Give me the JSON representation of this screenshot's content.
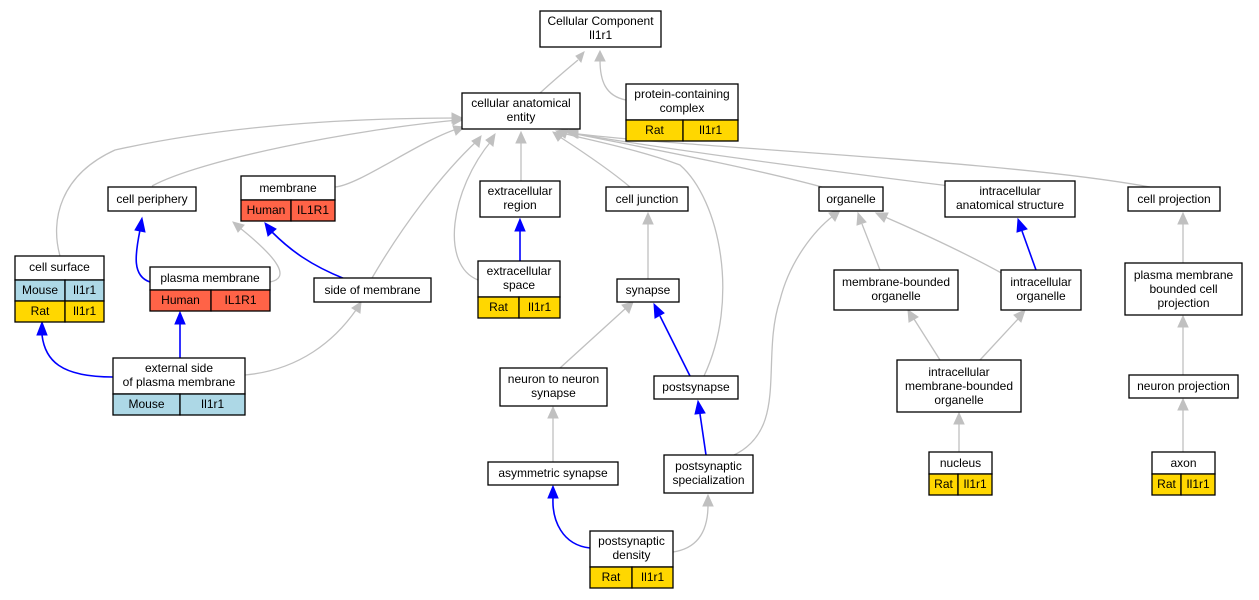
{
  "colors": {
    "edge_is_a": "#c0c0c0",
    "edge_part_of": "#0000ff",
    "species": {
      "Mouse": "#add8e6",
      "Rat": "#ffd700",
      "Human": "#ff6347"
    }
  },
  "nodes": {
    "root": {
      "line1": "Cellular Component",
      "line2": "Il1r1"
    },
    "protein_complex": {
      "line1": "protein-containing",
      "line2": "complex",
      "species": "Rat",
      "gene": "Il1r1"
    },
    "cellular_anatomical_entity": {
      "line1": "cellular anatomical",
      "line2": "entity"
    },
    "cell_periphery": {
      "label": "cell periphery"
    },
    "membrane": {
      "label": "membrane",
      "species": "Human",
      "gene": "IL1R1"
    },
    "extracellular_region": {
      "line1": "extracellular",
      "line2": "region"
    },
    "cell_junction": {
      "label": "cell junction"
    },
    "organelle": {
      "label": "organelle"
    },
    "intracellular_anatomical_structure": {
      "line1": "intracellular",
      "line2": "anatomical structure"
    },
    "cell_projection": {
      "label": "cell projection"
    },
    "cell_surface": {
      "label": "cell surface",
      "species1": "Mouse",
      "gene1": "Il1r1",
      "species2": "Rat",
      "gene2": "Il1r1"
    },
    "plasma_membrane": {
      "label": "plasma membrane",
      "species": "Human",
      "gene": "IL1R1"
    },
    "side_of_membrane": {
      "label": "side of membrane"
    },
    "extracellular_space": {
      "line1": "extracellular",
      "line2": "space",
      "species": "Rat",
      "gene": "Il1r1"
    },
    "synapse": {
      "label": "synapse"
    },
    "membrane_bounded_organelle": {
      "line1": "membrane-bounded",
      "line2": "organelle"
    },
    "intracellular_organelle": {
      "line1": "intracellular",
      "line2": "organelle"
    },
    "plasma_membrane_bounded_cell_projection": {
      "line1": "plasma membrane",
      "line2": "bounded cell",
      "line3": "projection"
    },
    "external_side_of_plasma_membrane": {
      "line1": "external side",
      "line2": "of plasma membrane",
      "species": "Mouse",
      "gene": "Il1r1"
    },
    "neuron_to_neuron_synapse": {
      "line1": "neuron to neuron",
      "line2": "synapse"
    },
    "postsynapse": {
      "label": "postsynapse"
    },
    "intracellular_membrane_bounded_organelle": {
      "line1": "intracellular",
      "line2": "membrane-bounded",
      "line3": "organelle"
    },
    "neuron_projection": {
      "label": "neuron projection"
    },
    "asymmetric_synapse": {
      "label": "asymmetric synapse"
    },
    "postsynaptic_specialization": {
      "line1": "postsynaptic",
      "line2": "specialization"
    },
    "nucleus": {
      "label": "nucleus",
      "species": "Rat",
      "gene": "Il1r1"
    },
    "axon": {
      "label": "axon",
      "species": "Rat",
      "gene": "Il1r1"
    },
    "postsynaptic_density": {
      "line1": "postsynaptic",
      "line2": "density",
      "species": "Rat",
      "gene": "Il1r1"
    }
  }
}
